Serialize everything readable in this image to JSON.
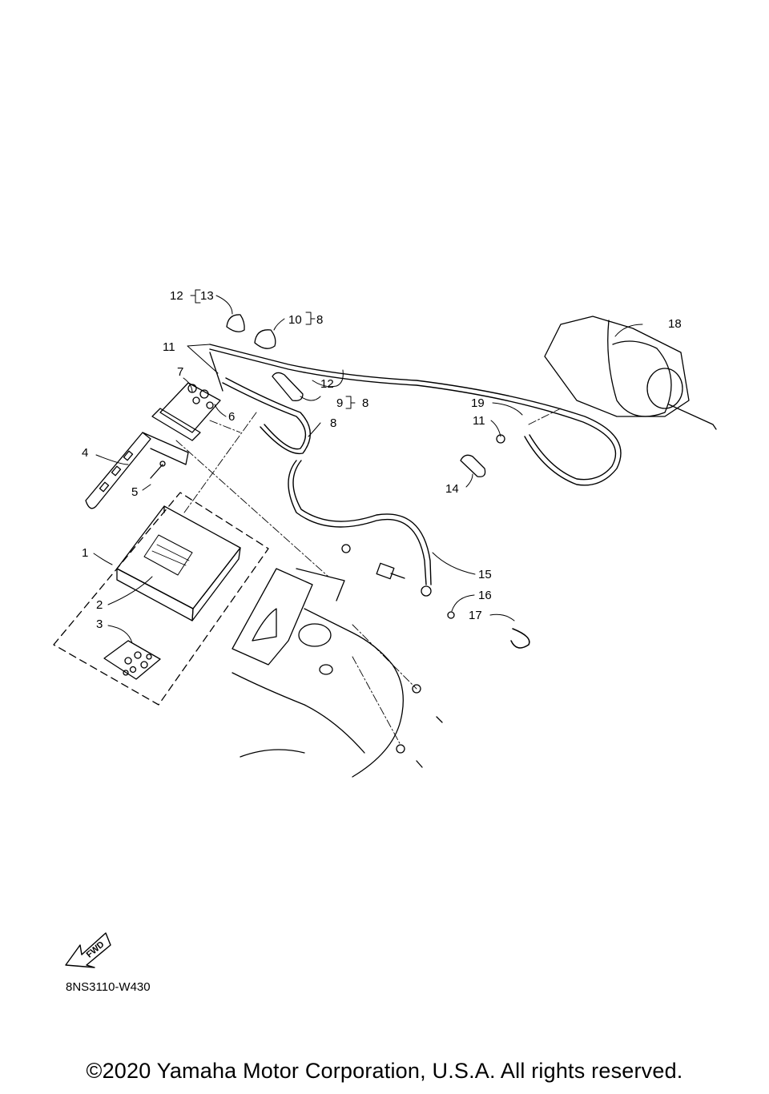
{
  "diagram": {
    "callouts": {
      "c1": "1",
      "c2": "2",
      "c3": "3",
      "c4": "4",
      "c5": "5",
      "c6": "6",
      "c7": "7",
      "c8a": "8",
      "c8b": "8",
      "c8c": "8",
      "c9": "9",
      "c10": "10",
      "c11a": "11",
      "c11b": "11",
      "c12a": "12",
      "c12b": "12",
      "c13": "13",
      "c14": "14",
      "c15": "15",
      "c16": "16",
      "c17": "17",
      "c18": "18",
      "c19": "19"
    },
    "fwd_label": "FWD",
    "drawing_code": "8NS3110-W430"
  },
  "footer": {
    "copyright": "©2020 Yamaha Motor Corporation, U.S.A. All rights reserved."
  }
}
